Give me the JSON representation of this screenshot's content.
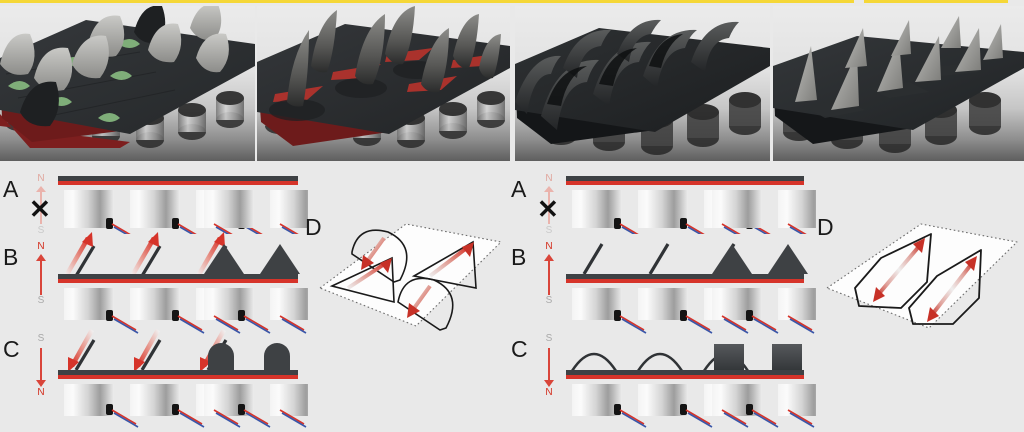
{
  "figure": {
    "accent_yellow": "#f5d737",
    "accent_red": "#d32f1e",
    "substrate_dark": "#3a3d40",
    "background": "#e9e9e9",
    "caption_note": ""
  },
  "renders": [
    {
      "name": "render-domes-green-tips",
      "description": "3D render of soft magnetic array: dome/scoop shaped flaps with green tips on a dark perforated plate over electromagnet coils",
      "features": [
        "dome-flaps",
        "green-tips",
        "dark-plate",
        "red-edge",
        "coil-array"
      ]
    },
    {
      "name": "render-spikes-red-slots",
      "description": "3D render of array folded into curved spike/sail shapes revealing red slots underneath",
      "features": [
        "sail-spikes",
        "red-slots",
        "dark-plate",
        "coil-array"
      ]
    },
    {
      "name": "render-arches-black",
      "description": "3D render of array buckled into smooth arch/wave ribbons, all black",
      "features": [
        "arch-ribbons",
        "wave",
        "dark-plate",
        "coil-array"
      ]
    },
    {
      "name": "render-triangular-fins",
      "description": "3D render of array raised into flat triangular fins standing upright",
      "features": [
        "triangular-fins",
        "flat-plate",
        "coil-array"
      ]
    }
  ],
  "diagrams": {
    "left": {
      "name": "left-diagram-group",
      "rows": [
        {
          "id": "A",
          "label": "A",
          "field": {
            "top": "N",
            "bottom": "S",
            "direction": "none",
            "crossed_out": true,
            "muted": true
          },
          "left_panel": {
            "state": "flat-film",
            "elements": "flat dark film with red underlayer, three coils below"
          },
          "right_panel": {
            "state": "flat-film",
            "elements": "flat dark film with red underlayer, two coils below"
          }
        },
        {
          "id": "B",
          "label": "B",
          "field": {
            "top": "N",
            "bottom": "S",
            "direction": "up",
            "crossed_out": false,
            "muted": false
          },
          "left_panel": {
            "state": "tilted-rods-with-up-arrows",
            "elements": "three tilted rods each with a red up arrow"
          },
          "right_panel": {
            "state": "sharp-peaks",
            "elements": "two dark sharp triangular peaks"
          }
        },
        {
          "id": "C",
          "label": "C",
          "field": {
            "top": "S",
            "bottom": "N",
            "direction": "down",
            "crossed_out": false,
            "muted": false
          },
          "left_panel": {
            "state": "tilted-rods-with-down-arrows",
            "elements": "three tilted rods each with a red down arrow"
          },
          "right_panel": {
            "state": "rounded-domes",
            "elements": "two dark rounded dome bumps"
          }
        }
      ],
      "d_panel": {
        "id": "D",
        "label": "D",
        "plane": "dotted parallelogram",
        "shapes": [
          {
            "kind": "dome",
            "arrow": "down",
            "position": "top-left"
          },
          {
            "kind": "triangle",
            "arrow": "up",
            "position": "top-right"
          },
          {
            "kind": "triangle",
            "arrow": "up",
            "position": "bottom-left"
          },
          {
            "kind": "dome",
            "arrow": "down",
            "position": "bottom-right"
          }
        ]
      }
    },
    "right": {
      "name": "right-diagram-group",
      "rows": [
        {
          "id": "A",
          "label": "A",
          "field": {
            "top": "N",
            "bottom": "S",
            "direction": "none",
            "crossed_out": true,
            "muted": true
          },
          "left_panel": {
            "state": "flat-film",
            "elements": "flat dark film with red underlayer, three coils below"
          },
          "right_panel": {
            "state": "flat-film",
            "elements": "flat dark film with red underlayer, two coils below"
          }
        },
        {
          "id": "B",
          "label": "B",
          "field": {
            "top": "N",
            "bottom": "S",
            "direction": "up",
            "crossed_out": false,
            "muted": false
          },
          "left_panel": {
            "state": "tilted-rods-no-arrows",
            "elements": "three tilted rods, no arrows"
          },
          "right_panel": {
            "state": "sharp-peaks",
            "elements": "two dark sharp triangular peaks"
          }
        },
        {
          "id": "C",
          "label": "C",
          "field": {
            "top": "S",
            "bottom": "N",
            "direction": "down",
            "crossed_out": false,
            "muted": false
          },
          "left_panel": {
            "state": "arch-humps",
            "elements": "three thin arch humps over the film"
          },
          "right_panel": {
            "state": "rectangular-blocks",
            "elements": "two dark rectangular blocks"
          }
        }
      ],
      "d_panel": {
        "id": "D",
        "label": "D",
        "plane": "dotted parallelogram",
        "shapes": [
          {
            "kind": "elongated-ribbon",
            "arrow": "double-headed",
            "position": "left"
          },
          {
            "kind": "elongated-ribbon",
            "arrow": "double-headed",
            "position": "right"
          }
        ]
      }
    }
  },
  "legend": {
    "coil": "electromagnet-coil",
    "wire": "red-blue-twisted-wire-pair",
    "film": "magnetic-film-strip",
    "red_layer": "red-elastomer-layer"
  }
}
